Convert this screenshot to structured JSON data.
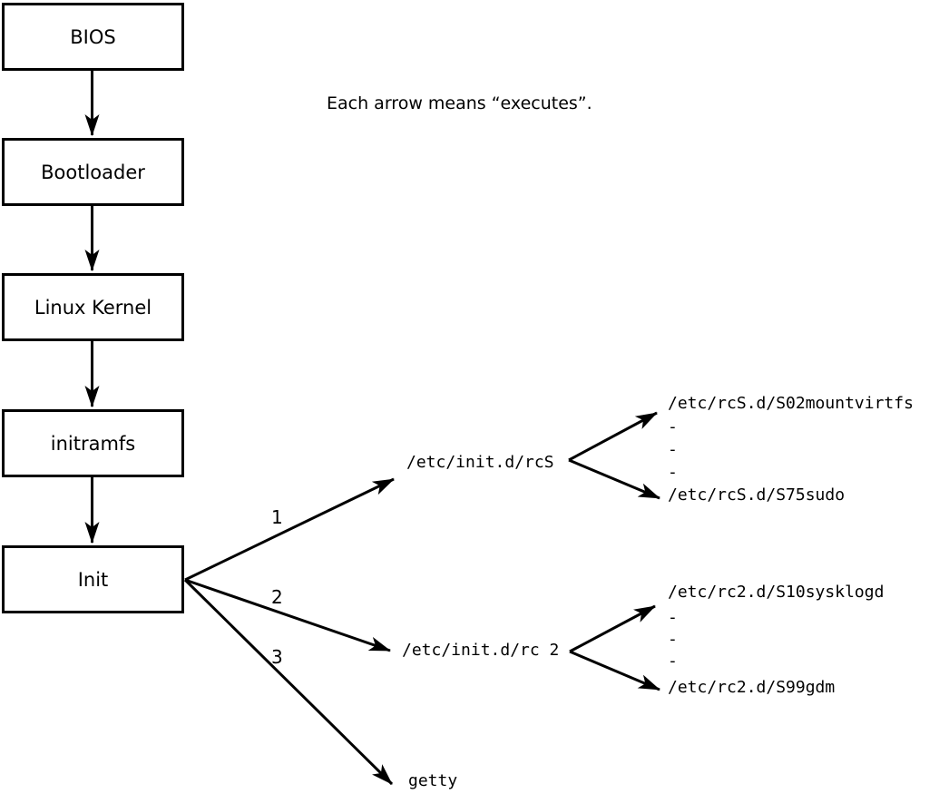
{
  "colors": {
    "ink": "#000000",
    "paper": "#ffffff"
  },
  "note": "Each arrow means “executes”.",
  "chain": [
    {
      "label": "BIOS"
    },
    {
      "label": "Bootloader"
    },
    {
      "label": "Linux Kernel"
    },
    {
      "label": "initramfs"
    },
    {
      "label": "Init"
    }
  ],
  "branches": [
    {
      "number": "1",
      "target": "/etc/init.d/rcS"
    },
    {
      "number": "2",
      "target": "/etc/init.d/rc 2"
    },
    {
      "number": "3",
      "target": "getty"
    }
  ],
  "rcs_scripts": {
    "first": "/etc/rcS.d/S02mountvirtfs",
    "dots": [
      "-",
      "-",
      "-"
    ],
    "last": "/etc/rcS.d/S75sudo"
  },
  "rc2_scripts": {
    "first": "/etc/rc2.d/S10sysklogd",
    "dots": [
      "-",
      "-",
      "-"
    ],
    "last": "/etc/rc2.d/S99gdm"
  }
}
